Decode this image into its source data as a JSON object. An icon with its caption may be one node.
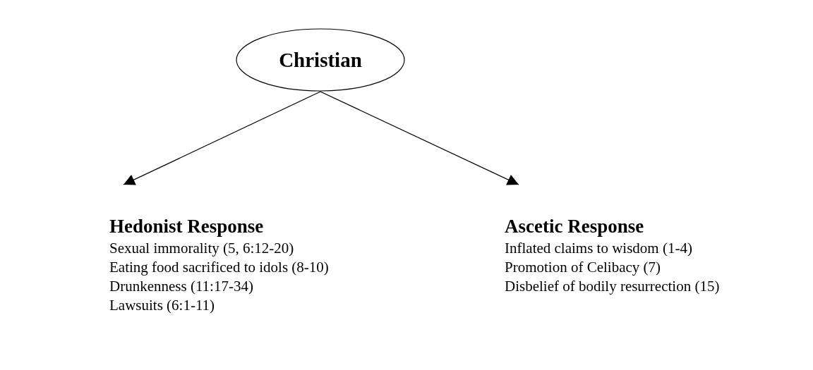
{
  "diagram": {
    "nodes": [
      {
        "text": [
          "Christian"
        ]
      },
      {
        "text": [
          "Hedonist Response",
          "Sexual immorality (5, 6:12-20)",
          "Eating food sacrificed to idols (8-10)",
          "Drunkenness (11:17-34)",
          "Lawsuits (6:1-11)"
        ]
      },
      {
        "text": [
          "Ascetic Response",
          "Inflated claims to wisdom (1-4)",
          "Promotion of Celibacy (7)",
          "Disbelief of bodily resurrection (15)"
        ]
      }
    ],
    "edges": [
      {
        "from": 0,
        "to": 1,
        "arrow": "to"
      },
      {
        "from": 0,
        "to": 2,
        "arrow": "to"
      }
    ]
  }
}
